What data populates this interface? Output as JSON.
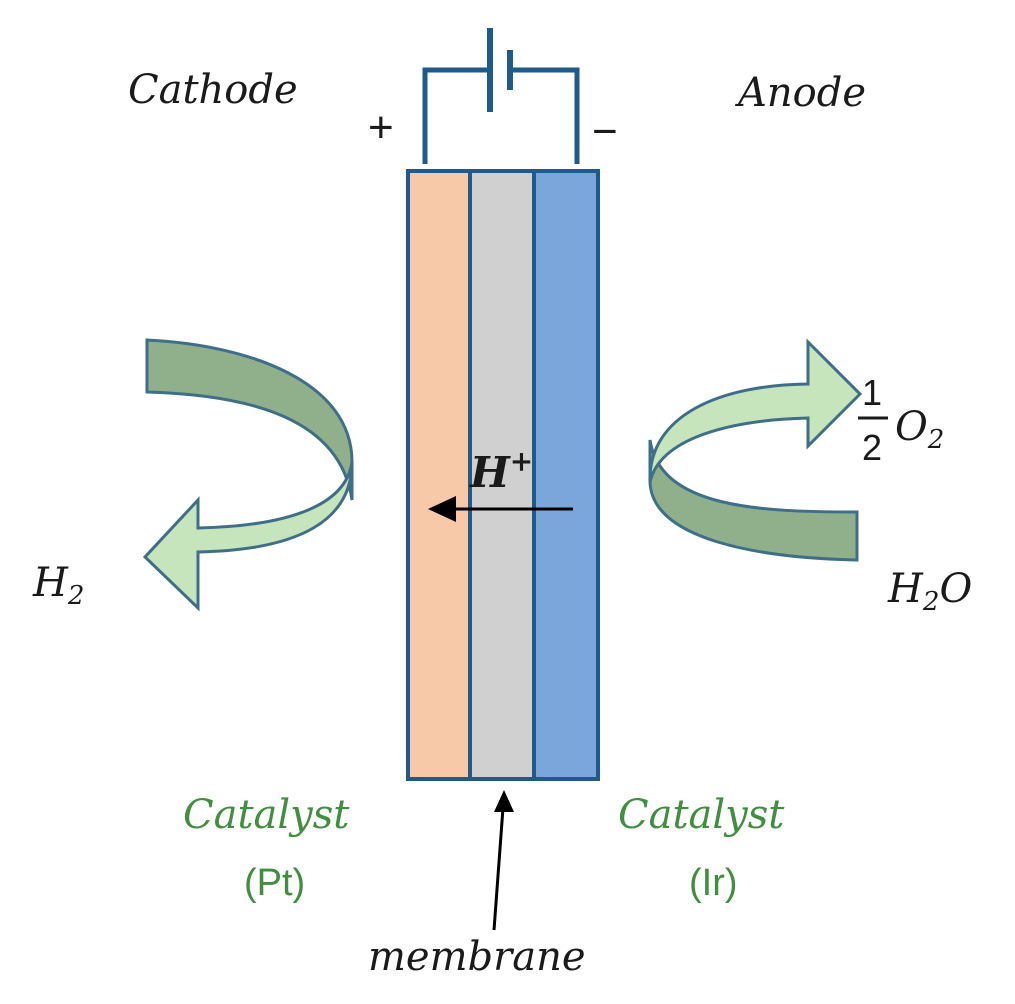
{
  "labels": {
    "cathode": "Cathode",
    "anode": "Anode",
    "plus": "+",
    "minus": "−",
    "proton_base": "H",
    "proton_sup": "+",
    "h2_base": "H",
    "h2_sub": "2",
    "water_h": "H",
    "water_sub": "2",
    "water_o": "O",
    "oxygen_num": "1",
    "oxygen_den": "2",
    "oxygen_o": "O",
    "oxygen_sub": "2",
    "catalyst_left": "Catalyst",
    "catalyst_left_metal": "(Pt)",
    "catalyst_right": "Catalyst",
    "catalyst_right_metal": "(Ir)",
    "membrane": "membrane"
  },
  "colors": {
    "wire": "#1f5a8c",
    "cathode_layer": "#f8c9a8",
    "membrane_layer": "#d0d0d0",
    "anode_layer": "#7aa6dc",
    "arrow_light": "#c6e5bd",
    "arrow_dark": "#8fb08a",
    "arrow_outline": "#3f6e88",
    "catalyst_text": "#3f8f3f",
    "text": "#1a1a1a"
  },
  "icons": {
    "battery": "battery-symbol",
    "flow_arrows": "curved-arrow"
  }
}
